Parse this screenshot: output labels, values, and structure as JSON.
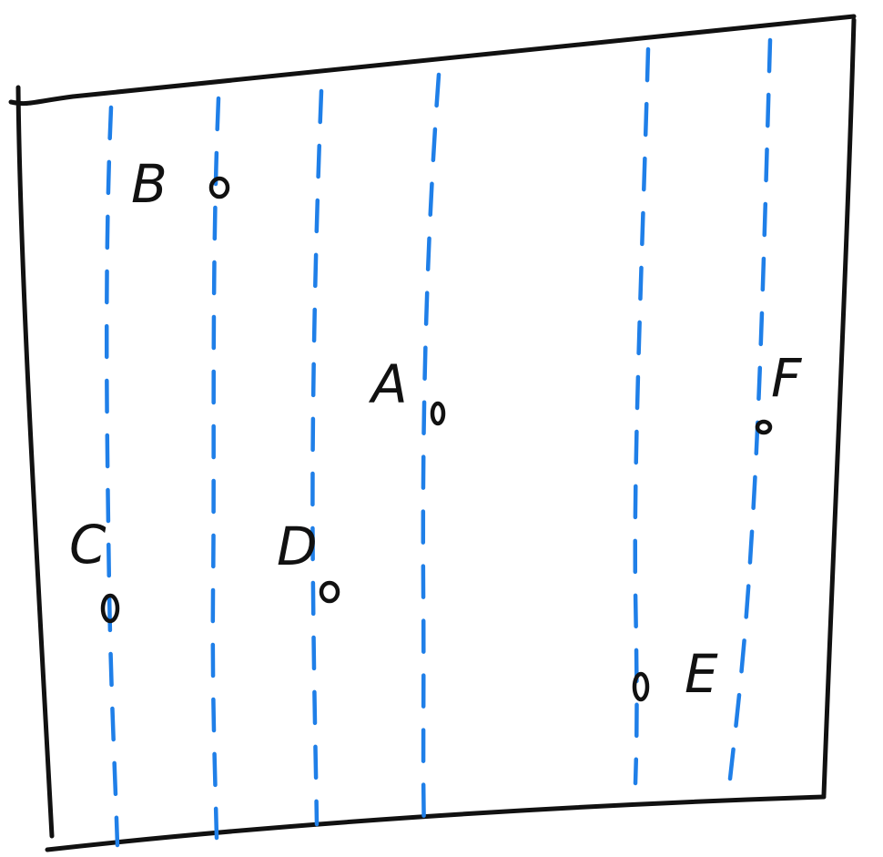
{
  "colors": {
    "frame": "#111111",
    "guide": "#1f7fe8",
    "ink": "#111111"
  },
  "points": [
    {
      "label": "B"
    },
    {
      "label": "A"
    },
    {
      "label": "F"
    },
    {
      "label": "C"
    },
    {
      "label": "D"
    },
    {
      "label": "E"
    }
  ]
}
